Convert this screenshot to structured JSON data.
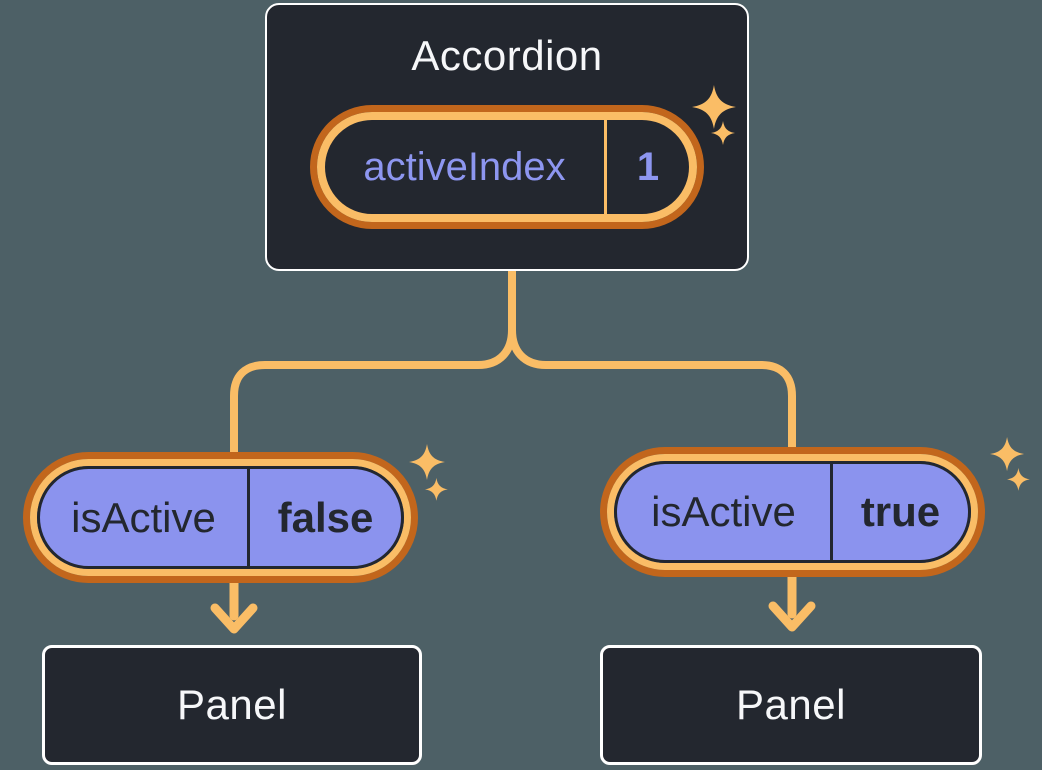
{
  "diagram": {
    "type": "component-tree",
    "description": "Parent Accordion component holding state, passing props to two children with Panels"
  },
  "accordion": {
    "title": "Accordion",
    "state_pill": {
      "name": "activeIndex",
      "value": "1"
    }
  },
  "left_child": {
    "prop_pill": {
      "name": "isActive",
      "value": "false"
    },
    "panel_label": "Panel"
  },
  "right_child": {
    "prop_pill": {
      "name": "isActive",
      "value": "true"
    },
    "panel_label": "Panel"
  },
  "icons": {
    "sparkle": "sparkle-icon (four-point star, appears beside each pill in pairs)"
  },
  "colors": {
    "bg": "#4D6066",
    "card_bg": "#23272F",
    "card_border": "#FFFFFF",
    "ring_outer": "#C2661C",
    "ring_inner": "#FABD66",
    "connector": "#FABD66",
    "prop_fill": "#8B93EE",
    "state_text": "#8D96F0",
    "dark_text": "#23272F",
    "title_text": "#F6F7F9"
  }
}
